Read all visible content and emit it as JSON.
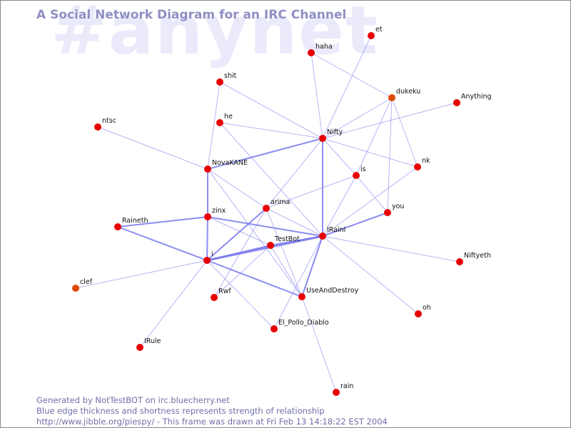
{
  "watermark": "#anynet",
  "title": "A Social Network Diagram for an IRC Channel",
  "footer": {
    "line1": "Generated by NotTestBOT on irc.bluecherry.net",
    "line2": "Blue edge thickness and shortness represents strength of relationship",
    "line3": "http://www.jibble.org/piespy/ - This frame was drawn at Fri Feb 13 14:18:22 EST 2004"
  },
  "colors": {
    "node": "#e80000",
    "node_faded": "#e04a00",
    "edge": "#7878ee",
    "title": "#8f8fc4",
    "watermark": "#eaeafb"
  },
  "nodes": [
    {
      "id": "et",
      "label": "et",
      "faded": false
    },
    {
      "id": "haha",
      "label": "haha",
      "faded": false
    },
    {
      "id": "dukeku",
      "label": "dukeku",
      "faded": true
    },
    {
      "id": "anything",
      "label": "Anything",
      "faded": false
    },
    {
      "id": "shit",
      "label": "shit",
      "faded": false
    },
    {
      "id": "he",
      "label": "he",
      "faded": false
    },
    {
      "id": "ntsc",
      "label": "ntsc",
      "faded": false
    },
    {
      "id": "nifty",
      "label": "Nifty",
      "faded": false
    },
    {
      "id": "novakane",
      "label": "NovaKANE",
      "faded": false
    },
    {
      "id": "is",
      "label": "is",
      "faded": false
    },
    {
      "id": "nk",
      "label": "nk",
      "faded": false
    },
    {
      "id": "arima",
      "label": "arima",
      "faded": false
    },
    {
      "id": "zinx",
      "label": "zinx",
      "faded": false
    },
    {
      "id": "raineth",
      "label": "Raineth",
      "faded": false
    },
    {
      "id": "you",
      "label": "you",
      "faded": false
    },
    {
      "id": "irainl",
      "label": "IRainl",
      "faded": false
    },
    {
      "id": "testbot",
      "label": "TestBot",
      "faded": false
    },
    {
      "id": "i",
      "label": "i",
      "faded": false
    },
    {
      "id": "niftyeth",
      "label": "Niftyeth",
      "faded": false
    },
    {
      "id": "clef",
      "label": "clef",
      "faded": true
    },
    {
      "id": "rwf",
      "label": "Rwf",
      "faded": false
    },
    {
      "id": "useanddestroy",
      "label": "UseAndDestroy",
      "faded": false
    },
    {
      "id": "oh",
      "label": "oh",
      "faded": false
    },
    {
      "id": "el_pollo",
      "label": "El_Pollo_Diablo",
      "faded": false
    },
    {
      "id": "irule",
      "label": "IRule",
      "faded": false
    },
    {
      "id": "rain",
      "label": "rain",
      "faded": false
    }
  ],
  "edges": [
    {
      "a": "et",
      "b": "nifty",
      "w": 1
    },
    {
      "a": "haha",
      "b": "nifty",
      "w": 1
    },
    {
      "a": "haha",
      "b": "dukeku",
      "w": 1
    },
    {
      "a": "dukeku",
      "b": "nifty",
      "w": 1
    },
    {
      "a": "dukeku",
      "b": "is",
      "w": 1
    },
    {
      "a": "dukeku",
      "b": "nk",
      "w": 1
    },
    {
      "a": "dukeku",
      "b": "you",
      "w": 1
    },
    {
      "a": "anything",
      "b": "nifty",
      "w": 1
    },
    {
      "a": "shit",
      "b": "nifty",
      "w": 1
    },
    {
      "a": "shit",
      "b": "novakane",
      "w": 1
    },
    {
      "a": "he",
      "b": "nifty",
      "w": 1
    },
    {
      "a": "he",
      "b": "irainl",
      "w": 1
    },
    {
      "a": "ntsc",
      "b": "novakane",
      "w": 1
    },
    {
      "a": "novakane",
      "b": "nifty",
      "w": 2
    },
    {
      "a": "novakane",
      "b": "zinx",
      "w": 2
    },
    {
      "a": "novakane",
      "b": "arima",
      "w": 1
    },
    {
      "a": "novakane",
      "b": "useanddestroy",
      "w": 1
    },
    {
      "a": "nifty",
      "b": "nk",
      "w": 1
    },
    {
      "a": "nifty",
      "b": "is",
      "w": 1
    },
    {
      "a": "nifty",
      "b": "irainl",
      "w": 2
    },
    {
      "a": "nifty",
      "b": "arima",
      "w": 1
    },
    {
      "a": "is",
      "b": "irainl",
      "w": 1
    },
    {
      "a": "is",
      "b": "you",
      "w": 1
    },
    {
      "a": "is",
      "b": "arima",
      "w": 1
    },
    {
      "a": "nk",
      "b": "irainl",
      "w": 1
    },
    {
      "a": "arima",
      "b": "i",
      "w": 2
    },
    {
      "a": "arima",
      "b": "useanddestroy",
      "w": 1
    },
    {
      "a": "arima",
      "b": "rwf",
      "w": 1
    },
    {
      "a": "arima",
      "b": "irainl",
      "w": 1
    },
    {
      "a": "zinx",
      "b": "raineth",
      "w": 2
    },
    {
      "a": "zinx",
      "b": "irainl",
      "w": 2
    },
    {
      "a": "zinx",
      "b": "i",
      "w": 2
    },
    {
      "a": "zinx",
      "b": "testbot",
      "w": 1
    },
    {
      "a": "raineth",
      "b": "i",
      "w": 2
    },
    {
      "a": "you",
      "b": "irainl",
      "w": 2
    },
    {
      "a": "irainl",
      "b": "i",
      "w": 3
    },
    {
      "a": "irainl",
      "b": "testbot",
      "w": 2
    },
    {
      "a": "irainl",
      "b": "useanddestroy",
      "w": 2
    },
    {
      "a": "irainl",
      "b": "niftyeth",
      "w": 1
    },
    {
      "a": "irainl",
      "b": "oh",
      "w": 1
    },
    {
      "a": "irainl",
      "b": "el_pollo",
      "w": 1
    },
    {
      "a": "testbot",
      "b": "i",
      "w": 2
    },
    {
      "a": "testbot",
      "b": "rwf",
      "w": 1
    },
    {
      "a": "testbot",
      "b": "useanddestroy",
      "w": 1
    },
    {
      "a": "i",
      "b": "clef",
      "w": 1
    },
    {
      "a": "i",
      "b": "irule",
      "w": 1
    },
    {
      "a": "i",
      "b": "useanddestroy",
      "w": 2
    },
    {
      "a": "i",
      "b": "el_pollo",
      "w": 1
    },
    {
      "a": "useanddestroy",
      "b": "rain",
      "w": 1
    }
  ]
}
